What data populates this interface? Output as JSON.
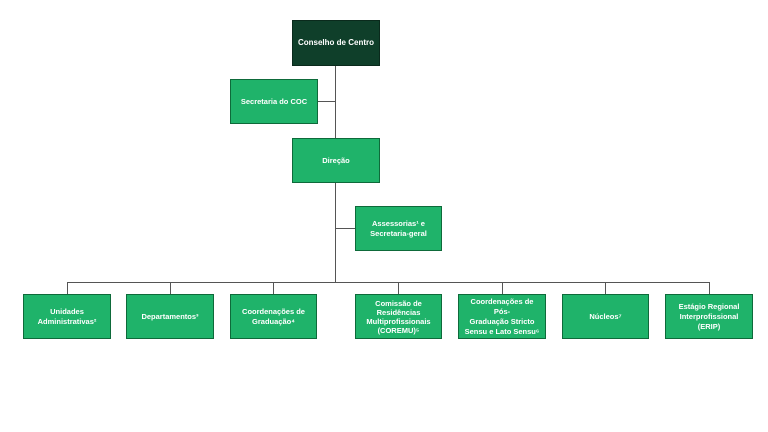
{
  "org": {
    "top": "Conselho de Centro",
    "secretaria": "Secretaria do COC",
    "direcao": "Direção",
    "assessorias_line1": "Assessorias¹ e",
    "assessorias_line2": "Secretaria-geral",
    "units": [
      {
        "lines": [
          "Unidades",
          "Administrativas²"
        ]
      },
      {
        "lines": [
          "Departamentos³"
        ]
      },
      {
        "lines": [
          "Coordenações de",
          "Graduação⁴"
        ]
      },
      {
        "lines": [
          "Comissão de",
          "Residências",
          "Multiprofissionais",
          "(COREMU)⁵"
        ]
      },
      {
        "lines": [
          "Coordenações de Pós-",
          "Graduação Stricto",
          "Sensu e Lato Sensu⁶"
        ]
      },
      {
        "lines": [
          "Núcleos⁷"
        ]
      },
      {
        "lines": [
          "Estágio Regional",
          "Interprofissional",
          "(ERIP)"
        ]
      }
    ]
  },
  "colors": {
    "top_fill": "#0f3f2a",
    "box_fill": "#1fb36a",
    "line": "#555555"
  }
}
